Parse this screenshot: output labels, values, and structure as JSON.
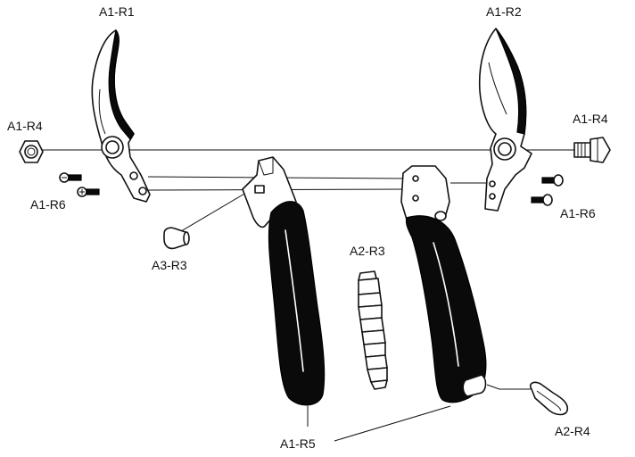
{
  "labels": {
    "blade_left": "A1-R1",
    "blade_right": "A1-R2",
    "nut_left": "A1-R4",
    "bolt_right": "A1-R4",
    "screws_left": "A1-R6",
    "screws_right": "A1-R6",
    "cap": "A3-R3",
    "spring": "A2-R3",
    "handles": "A1-R5",
    "clip": "A2-R4"
  }
}
